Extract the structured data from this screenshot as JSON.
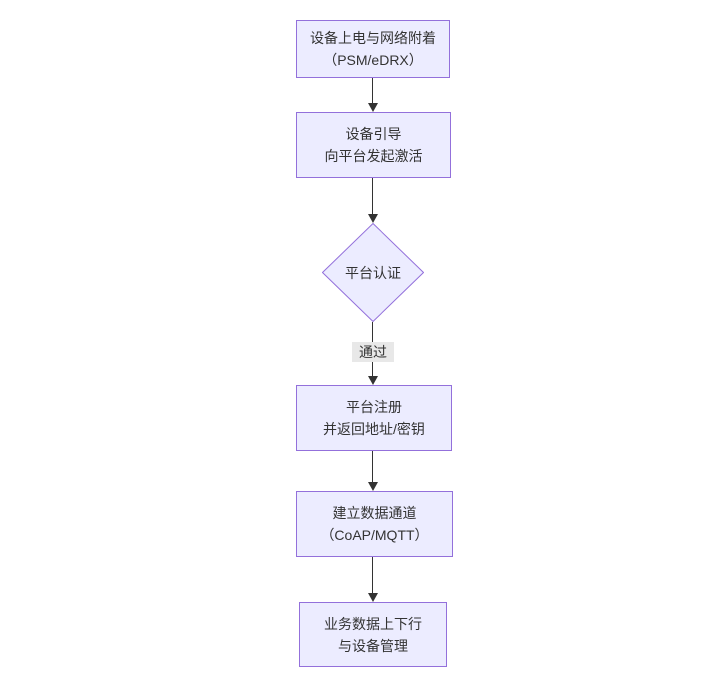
{
  "diagram": {
    "type": "flowchart",
    "direction": "top-down",
    "colors": {
      "background": "#ffffff",
      "node_fill": "#ECECFF",
      "node_border": "#9370DB",
      "arrow": "#333333",
      "edge_label_bg": "#e8e8e8",
      "text": "#333333"
    },
    "nodes": [
      {
        "id": "power-attach",
        "shape": "rect",
        "line1": "设备上电与网络附着",
        "line2": "（PSM/eDRX）"
      },
      {
        "id": "bootstrap",
        "shape": "rect",
        "line1": "设备引导",
        "line2": "向平台发起激活"
      },
      {
        "id": "auth",
        "shape": "diamond",
        "line1": "平台认证",
        "line2": ""
      },
      {
        "id": "register",
        "shape": "rect",
        "line1": "平台注册",
        "line2": "并返回地址/密钥"
      },
      {
        "id": "channel",
        "shape": "rect",
        "line1": "建立数据通道",
        "line2": "（CoAP/MQTT）"
      },
      {
        "id": "business",
        "shape": "rect",
        "line1": "业务数据上下行",
        "line2": "与设备管理"
      }
    ],
    "edges": [
      {
        "from": "power-attach",
        "to": "bootstrap",
        "label": ""
      },
      {
        "from": "bootstrap",
        "to": "auth",
        "label": ""
      },
      {
        "from": "auth",
        "to": "register",
        "label": "通过"
      },
      {
        "from": "register",
        "to": "channel",
        "label": ""
      },
      {
        "from": "channel",
        "to": "business",
        "label": ""
      }
    ]
  }
}
